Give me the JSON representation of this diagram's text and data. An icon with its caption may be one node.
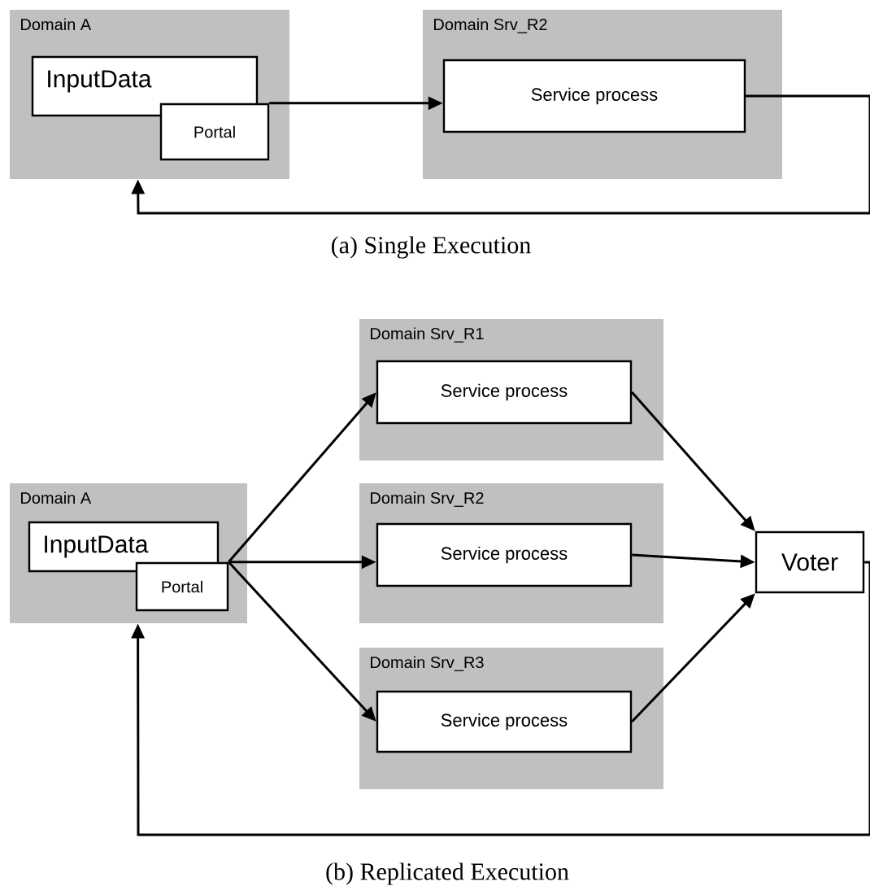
{
  "diagram": {
    "nodes": [
      {
        "text": [
          "Domain A"
        ]
      },
      {
        "text": [
          "InputData"
        ],
        "in": 0
      },
      {
        "text": [
          "Portal"
        ],
        "in": 0
      },
      {
        "text": [
          "Domain Srv_R2"
        ]
      },
      {
        "text": [
          "Service process"
        ],
        "in": 3
      },
      {
        "text": [
          "Domain A"
        ]
      },
      {
        "text": [
          "InputData"
        ],
        "in": 5
      },
      {
        "text": [
          "Portal"
        ],
        "in": 5
      },
      {
        "text": [
          "Domain Srv_R1"
        ]
      },
      {
        "text": [
          "Service process"
        ],
        "in": 8
      },
      {
        "text": [
          "Domain Srv_R2"
        ]
      },
      {
        "text": [
          "Service process"
        ],
        "in": 10
      },
      {
        "text": [
          "Domain Srv_R3"
        ]
      },
      {
        "text": [
          "Service process"
        ],
        "in": 12
      },
      {
        "text": [
          "Voter"
        ]
      }
    ],
    "edges": [
      {
        "from": 2,
        "to": 4,
        "arrow": "to"
      },
      {
        "from": 4,
        "to": 0,
        "arrow": "to"
      },
      {
        "from": 7,
        "to": 9,
        "arrow": "to"
      },
      {
        "from": 7,
        "to": 11,
        "arrow": "to"
      },
      {
        "from": 7,
        "to": 13,
        "arrow": "to"
      },
      {
        "from": 9,
        "to": 14,
        "arrow": "to"
      },
      {
        "from": 11,
        "to": 14,
        "arrow": "to"
      },
      {
        "from": 13,
        "to": 14,
        "arrow": "to"
      },
      {
        "from": 14,
        "to": 5,
        "arrow": "to"
      }
    ],
    "labels": [
      "(a) Single Execution",
      "(b) Replicated Execution"
    ]
  }
}
